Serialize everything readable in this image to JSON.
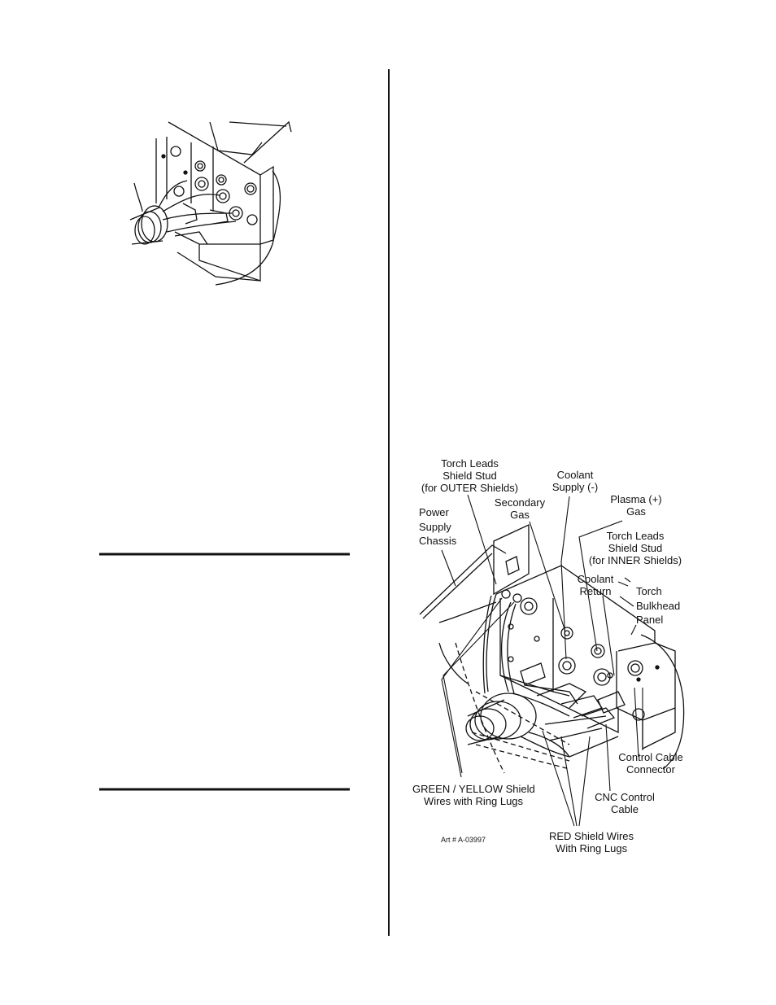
{
  "figure_right": {
    "labels": {
      "torch_leads_outer_1": "Torch Leads",
      "torch_leads_outer_2": "Shield Stud",
      "torch_leads_outer_3": "(for OUTER Shields)",
      "coolant_supply_1": "Coolant",
      "coolant_supply_2": "Supply (-)",
      "secondary_gas_1": "Secondary",
      "secondary_gas_2": "Gas",
      "plasma_gas_1": "Plasma (+)",
      "plasma_gas_2": "Gas",
      "power_supply_1": "Power",
      "power_supply_2": "Supply",
      "power_supply_3": "Chassis",
      "torch_leads_inner_1": "Torch Leads",
      "torch_leads_inner_2": "Shield Stud",
      "torch_leads_inner_3": "(for INNER Shields)",
      "coolant_return_1": "Coolant",
      "coolant_return_2": "Return",
      "torch_bulkhead_1": "Torch",
      "torch_bulkhead_2": "Bulkhead",
      "torch_bulkhead_3": "Panel",
      "control_cable_1": "Control Cable",
      "control_cable_2": "Connector",
      "green_yellow_1": "GREEN / YELLOW Shield",
      "green_yellow_2": "Wires with Ring Lugs",
      "cnc_control_1": "CNC Control",
      "cnc_control_2": "Cable",
      "red_shield_1": "RED Shield Wires",
      "red_shield_2": "With Ring Lugs",
      "art_number": "Art # A-03997"
    }
  }
}
